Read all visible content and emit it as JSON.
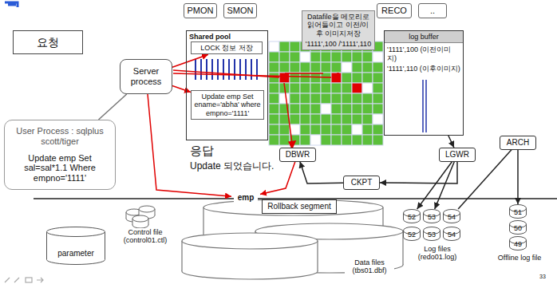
{
  "diagram": {
    "nodes": [
      {
        "text": [
          "PMON"
        ]
      },
      {
        "text": [
          "SMON"
        ]
      },
      {
        "text": [
          "RECO"
        ]
      },
      {
        "text": [
          ".."
        ]
      },
      {
        "text": [
          "Datafile을 메모리로 읽어들이고 이전/이후 이미지저장",
          "'1111',100 /'1111',110"
        ]
      },
      {
        "text": [
          "요청"
        ]
      },
      {
        "text": [
          "Server process"
        ]
      },
      {
        "text": [
          "Shared pool"
        ]
      },
      {
        "text": [
          "LOCK 정보 저장"
        ],
        "in": 7
      },
      {
        "text": [
          "Update emp Set ename='abha' where empno='1111'"
        ],
        "in": 7
      },
      {
        "text": [
          "log buffer",
          "'1111',100 (이전이미지)",
          "'1111',110 (이후이미지)"
        ]
      },
      {
        "text": [
          "User Process : sqlplus scott/tiger",
          "Update emp Set sal=sal*1.1 Where empno='1111'"
        ]
      },
      {
        "text": [
          "DBWR"
        ]
      },
      {
        "text": [
          "CKPT"
        ]
      },
      {
        "text": [
          "LGWR"
        ]
      },
      {
        "text": [
          "ARCH"
        ]
      },
      {
        "text": [
          "emp"
        ]
      },
      {
        "text": [
          "Rollback segment"
        ]
      },
      {
        "text": [
          "parameter"
        ]
      },
      {
        "text": [
          "52"
        ]
      },
      {
        "text": [
          "53"
        ]
      },
      {
        "text": [
          "54"
        ]
      },
      {
        "text": [
          "52"
        ]
      },
      {
        "text": [
          "53"
        ]
      },
      {
        "text": [
          "54"
        ]
      },
      {
        "text": [
          "51"
        ]
      },
      {
        "text": [
          "50"
        ]
      },
      {
        "text": [
          "49"
        ]
      }
    ],
    "edges": [
      {
        "from": 6,
        "to": 8,
        "arrow": "to"
      },
      {
        "from": 6,
        "to": 9,
        "arrow": "to"
      },
      {
        "from": 6,
        "to": 16,
        "arrow": "to"
      },
      {
        "from": 12,
        "to": 16,
        "arrow": "to"
      },
      {
        "from": 13,
        "to": 12,
        "arrow": "to"
      },
      {
        "from": 14,
        "to": 13,
        "arrow": "to"
      },
      {
        "from": 10,
        "to": 14,
        "arrow": "to"
      },
      {
        "from": 14,
        "to": 19,
        "arrow": "to"
      },
      {
        "from": 14,
        "to": 20,
        "arrow": "to"
      },
      {
        "from": 15,
        "to": 21,
        "arrow": "none"
      },
      {
        "from": 15,
        "to": 25,
        "arrow": "to"
      },
      {
        "from": 11,
        "to": 6,
        "arrow": "none"
      }
    ],
    "labels": [
      "응답",
      "Update 되었습니다.",
      "Data files (tbs01.dbf)",
      "Control file (control01.ctl)",
      "Log files (redo01.log)",
      "Offline log file",
      "33"
    ]
  }
}
